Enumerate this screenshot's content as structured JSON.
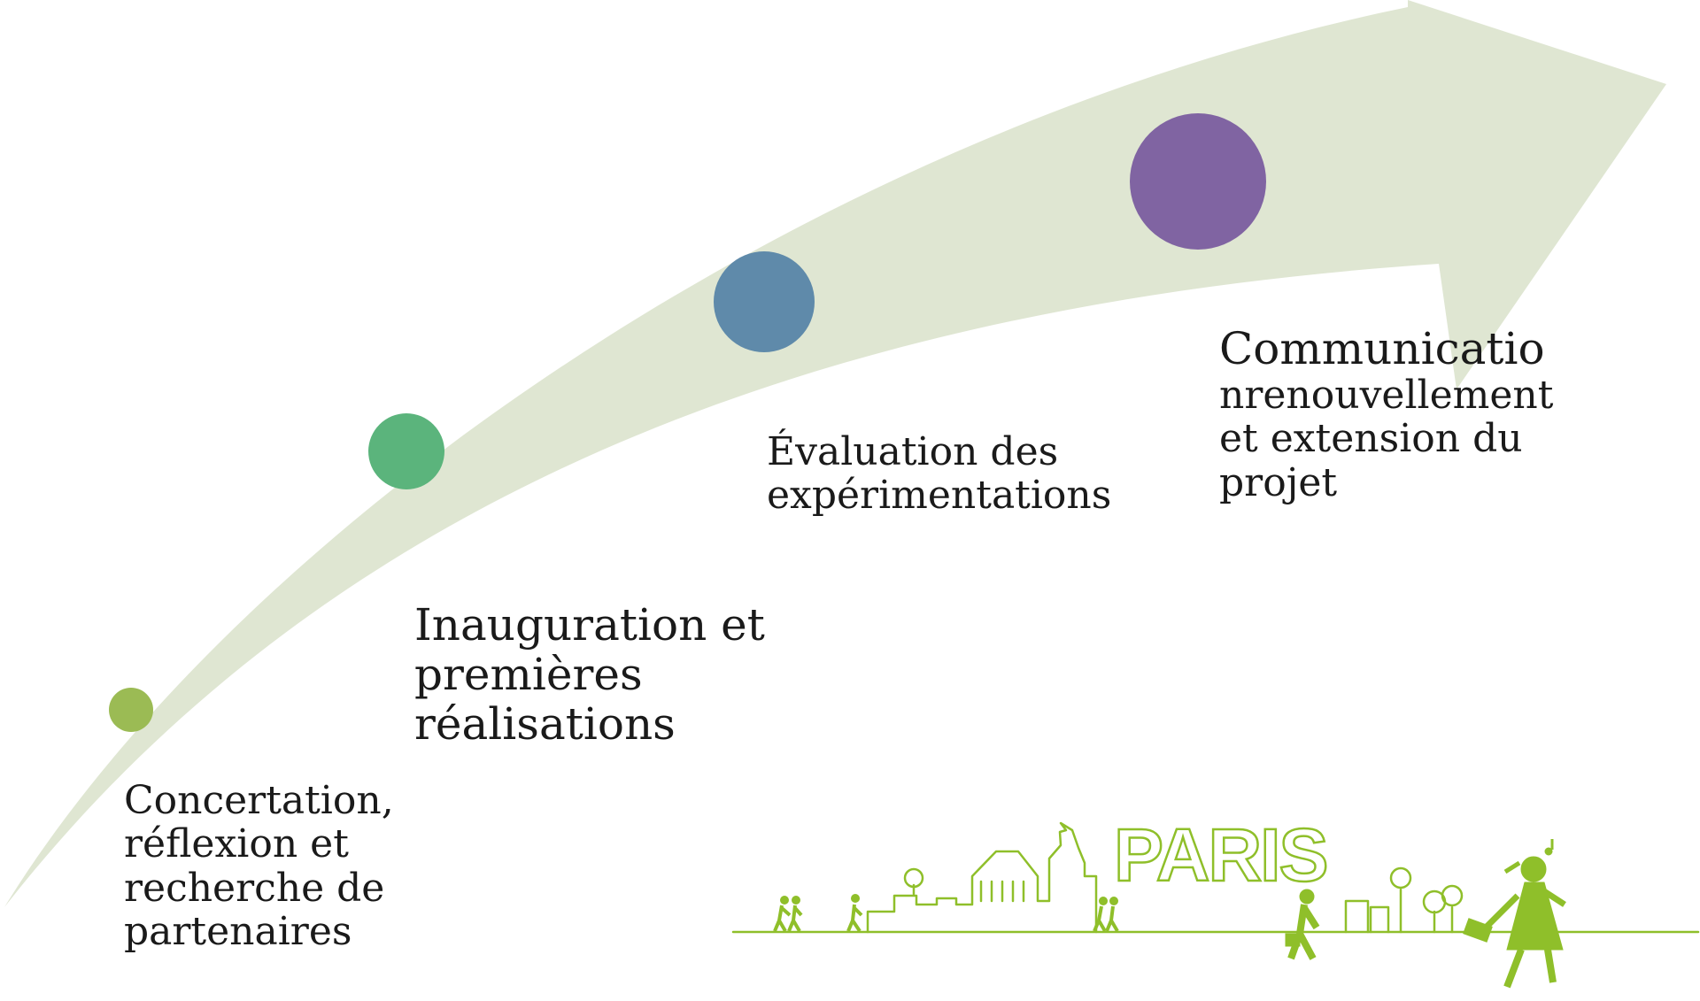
{
  "colors": {
    "arrow": "#dfe6d2",
    "step1": "#9bbb54",
    "step2": "#5bb47c",
    "step3": "#5f8aaa",
    "step4": "#8064a2",
    "skyline": "#8fbf2a"
  },
  "steps": [
    {
      "lines": [
        "Concertation,",
        "réflexion et",
        "recherche de",
        "partenaires"
      ]
    },
    {
      "lines": [
        "Inauguration et",
        "premières",
        "réalisations"
      ]
    },
    {
      "lines": [
        "Évaluation des",
        "expérimentations"
      ]
    },
    {
      "lines": [
        "Communicatio",
        "nrenouvellement",
        "et extension du",
        "projet"
      ]
    }
  ],
  "illustration": {
    "wordmark": "PARIS"
  }
}
